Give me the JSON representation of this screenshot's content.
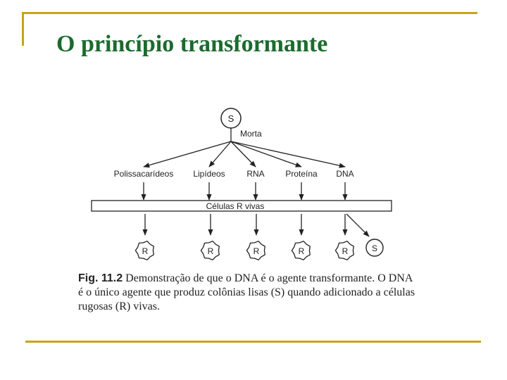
{
  "slide": {
    "title": "O princípio transformante",
    "accent_color": "#c8a415",
    "title_color": "#1c6b2e"
  },
  "diagram": {
    "source_cell": "S",
    "source_label": "Morta",
    "fractions": [
      "Polissacarídeos",
      "Lipídeos",
      "RNA",
      "Proteína",
      "DNA"
    ],
    "band_label": "Células R vivas",
    "results": [
      "R",
      "R",
      "R",
      "R",
      "R"
    ],
    "extra_result": "S"
  },
  "caption": {
    "fig_label": "Fig. 11.2",
    "text": "Demonstração de que o DNA é o agente transformante. O DNA é o único agente que produz colônias lisas (S) quando adicionado a células rugosas (R) vivas."
  }
}
